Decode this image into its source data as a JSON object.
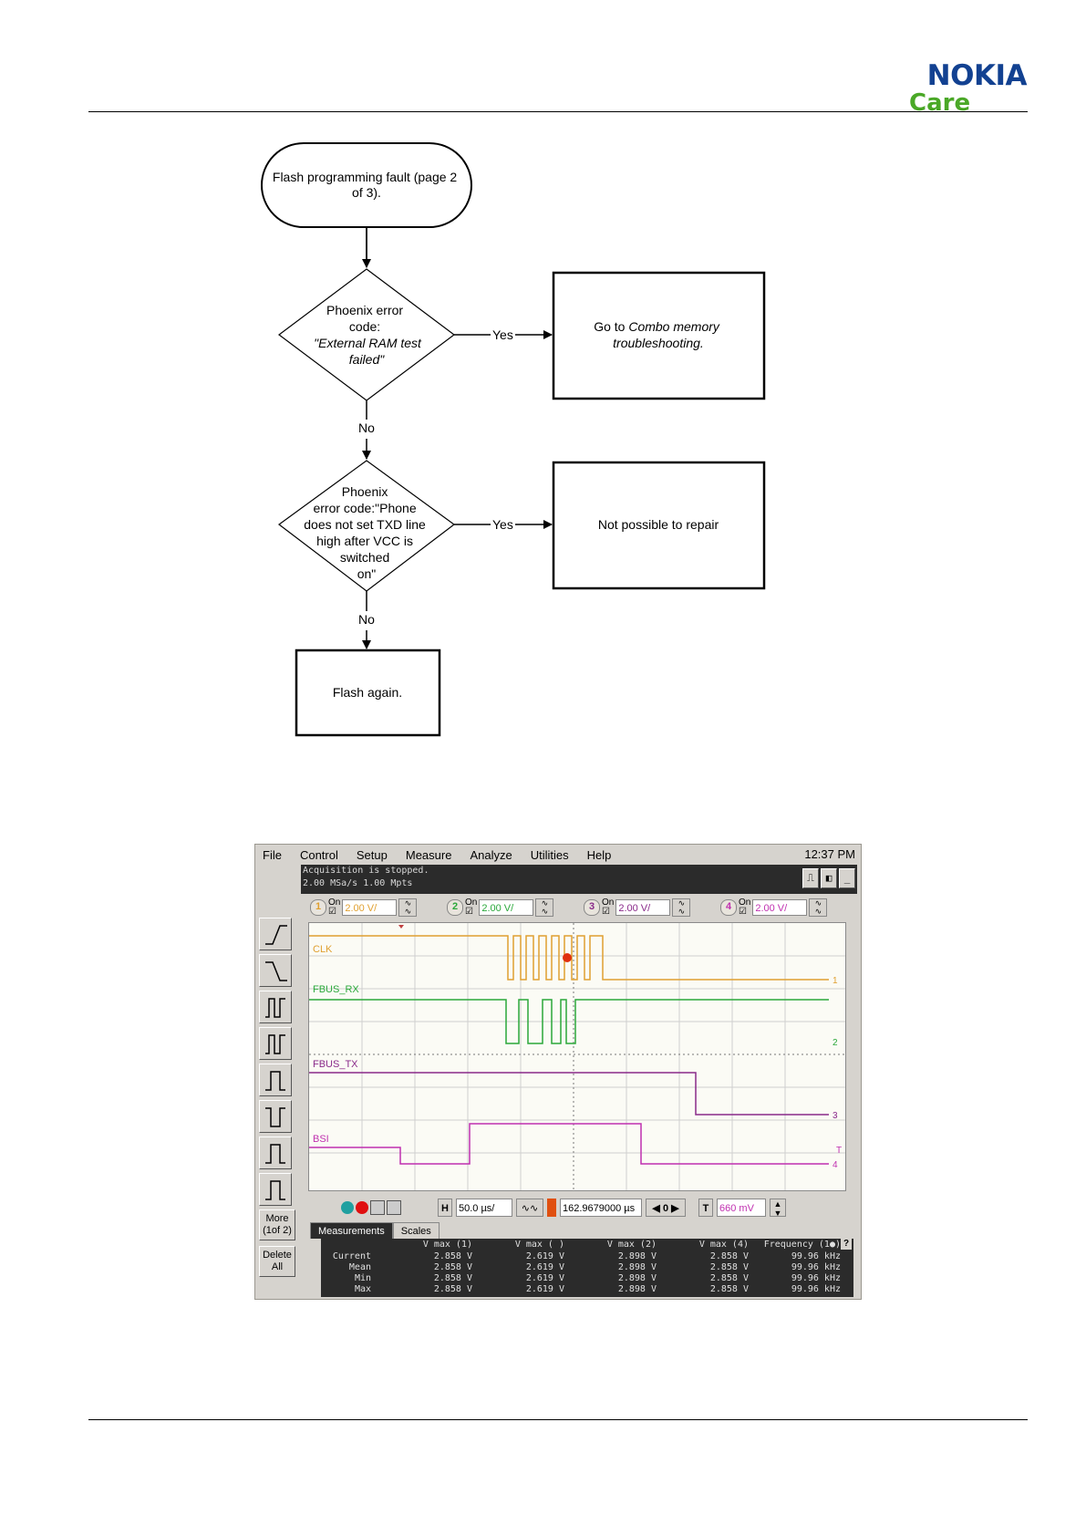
{
  "brand": {
    "name": "NOKIA",
    "sub": "Care",
    "name_color": "#124191",
    "sub_color": "#4aa827"
  },
  "flowchart": {
    "start": [
      "Flash programming fault (page 2",
      "of 3)."
    ],
    "decision1": [
      "Phoenix error",
      "code:",
      "\"External RAM test",
      "failed\""
    ],
    "decision1_yes": "Yes",
    "decision1_no": "No",
    "box1": [
      "Go to ",
      "Combo memory",
      "troubleshooting."
    ],
    "decision2": [
      "Phoenix",
      "error code:\"Phone",
      "does not set TXD line",
      "high after VCC is",
      "switched",
      "on\""
    ],
    "decision2_yes": "Yes",
    "decision2_no": "No",
    "box2": "Not possible to repair",
    "end": "Flash again."
  },
  "oscilloscope": {
    "menu": [
      "File",
      "Control",
      "Setup",
      "Measure",
      "Analyze",
      "Utilities",
      "Help"
    ],
    "clock": "12:37 PM",
    "acquisition": [
      "Acquisition is stopped.",
      "2.00 MSa/s    1.00 Mpts"
    ],
    "channels": [
      {
        "num": "1",
        "on": "On",
        "scale": "2.00 V/",
        "color": "#e0a030"
      },
      {
        "num": "2",
        "on": "On",
        "scale": "2.00 V/",
        "color": "#2aa83a"
      },
      {
        "num": "3",
        "on": "On",
        "scale": "2.00 V/",
        "color": "#8a2a8a"
      },
      {
        "num": "4",
        "on": "On",
        "scale": "2.00 V/",
        "color": "#c030b0"
      }
    ],
    "trace_labels": [
      "CLK",
      "FBUS_RX",
      "FBUS_TX",
      "BSI"
    ],
    "trace_markers": [
      "1",
      "2",
      "3",
      "4",
      "T"
    ],
    "side_buttons": {
      "more": [
        "More",
        "(1of 2)"
      ],
      "delete": [
        "Delete",
        "All"
      ]
    },
    "horizontal": {
      "label": "H",
      "scale": "50.0 µs/",
      "delay": "162.9679000 µs"
    },
    "trigger": {
      "label": "T",
      "level": "660 mV"
    },
    "tabs": [
      "Measurements",
      "Scales"
    ],
    "measurements": {
      "columns": [
        "V max (1)",
        "V max ( )",
        "V max (2)",
        "V max (4)",
        "Frequency (1●)"
      ],
      "rows": [
        {
          "label": "Current",
          "values": [
            "2.858 V",
            "2.619 V",
            "2.898 V",
            "2.858 V",
            "99.96 kHz"
          ]
        },
        {
          "label": "Mean",
          "values": [
            "2.858 V",
            "2.619 V",
            "2.898 V",
            "2.858 V",
            "99.96 kHz"
          ]
        },
        {
          "label": "Min",
          "values": [
            "2.858 V",
            "2.619 V",
            "2.898 V",
            "2.858 V",
            "99.96 kHz"
          ]
        },
        {
          "label": "Max",
          "values": [
            "2.858 V",
            "2.619 V",
            "2.898 V",
            "2.858 V",
            "99.96 kHz"
          ]
        }
      ]
    }
  }
}
